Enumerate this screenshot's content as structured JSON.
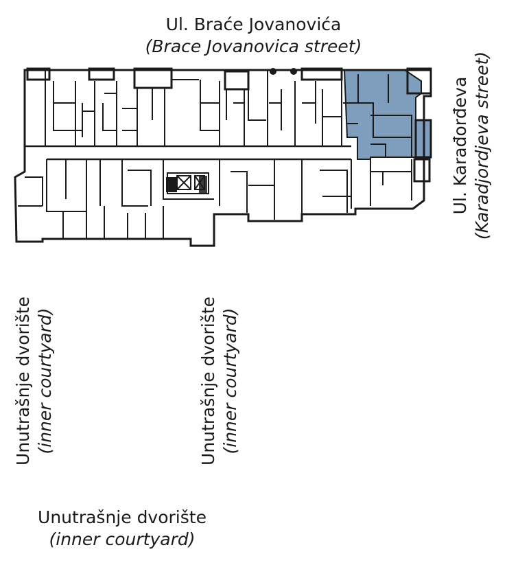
{
  "labels": {
    "north_street": "Ul. Braće Jovanovića",
    "north_street_en": "(Brace Jovanovica street)",
    "east_street": "Ul. Karađorđeva",
    "east_street_en": "(Karadjordjeva street)",
    "courtyard_left": "Unutrašnje dvorište",
    "courtyard_left_en": "(inner courtyard)",
    "courtyard_mid": "Unutrašnje dvorište",
    "courtyard_mid_en": "(inner courtyard)",
    "courtyard_bottom": "Unutrašnje dvorište",
    "courtyard_bottom_en": "(inner courtyard)"
  },
  "colors": {
    "highlight": "#7f9dbd",
    "wall": "#1a1a1a"
  }
}
